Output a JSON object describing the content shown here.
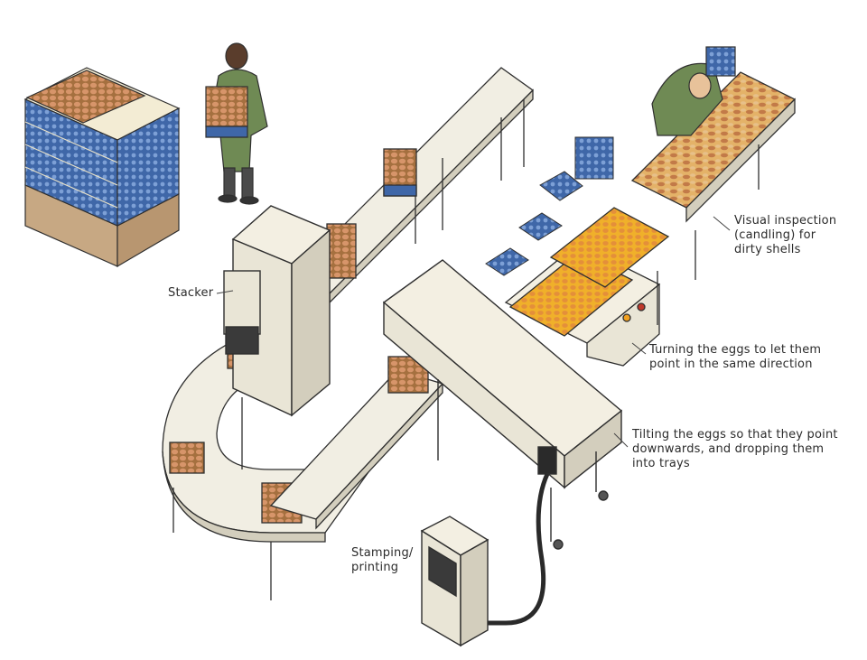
{
  "labels": {
    "stacker": "Stacker",
    "inspection": [
      "Visual inspection",
      "(candling) for",
      "dirty shells"
    ],
    "turning": [
      "Turning the eggs to let them",
      "point in the same direction"
    ],
    "tilting": [
      "Tilting the eggs so that they point",
      "downwards, and dropping them",
      "into trays"
    ],
    "stamping": [
      "Stamping/",
      "printing"
    ]
  },
  "colors": {
    "machine": "#e9e5d6",
    "machine_shade": "#d3cebd",
    "belt": "#f1eee3",
    "tray_blue": "#4a72b3",
    "egg": "#c98a5c",
    "egg_light": "#e8b07c",
    "yellow_tray": "#f2b632",
    "outline": "#2f2f2f",
    "worker_green": "#6f8a54"
  },
  "icons": [
    "egg-pallet",
    "worker-carrying-trays",
    "worker-inspecting",
    "stacker-machine",
    "tilting-machine",
    "stamping-printer",
    "control-panel",
    "cable"
  ]
}
